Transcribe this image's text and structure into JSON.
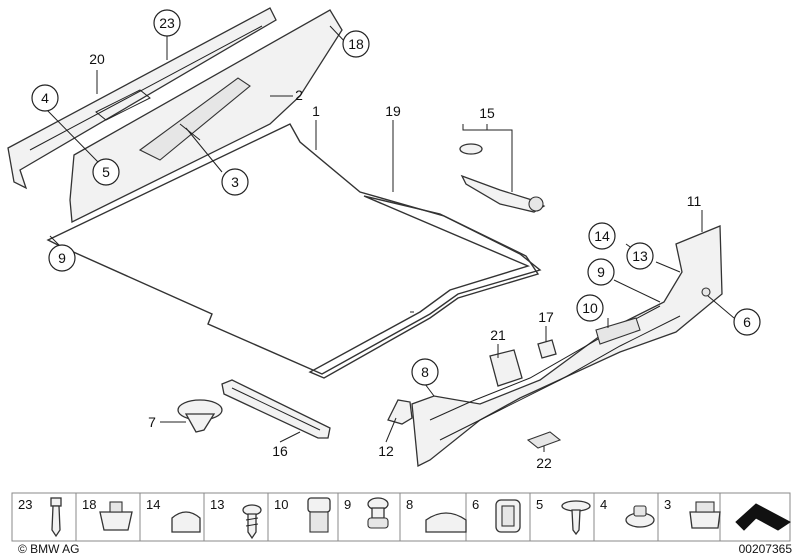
{
  "callouts": {
    "c1": "1",
    "c2": "2",
    "c3": "3",
    "c4": "4",
    "c5": "5",
    "c6": "6",
    "c7": "7",
    "c8": "8",
    "c9a": "9",
    "c9b": "9",
    "c10": "10",
    "c11": "11",
    "c12": "12",
    "c13": "13",
    "c14": "14",
    "c15": "15",
    "c16": "16",
    "c17": "17",
    "c18": "18",
    "c19": "19",
    "c20": "20",
    "c21": "21",
    "c22": "22",
    "c23": "23"
  },
  "strip": {
    "s1": "23",
    "s2": "18",
    "s3": "14",
    "s4": "13",
    "s5": "10",
    "s6": "9",
    "s7": "8",
    "s8": "6",
    "s9": "5",
    "s10": "4",
    "s11": "3"
  },
  "footer": {
    "copyright": "© BMW AG",
    "image_number": "00207365"
  }
}
